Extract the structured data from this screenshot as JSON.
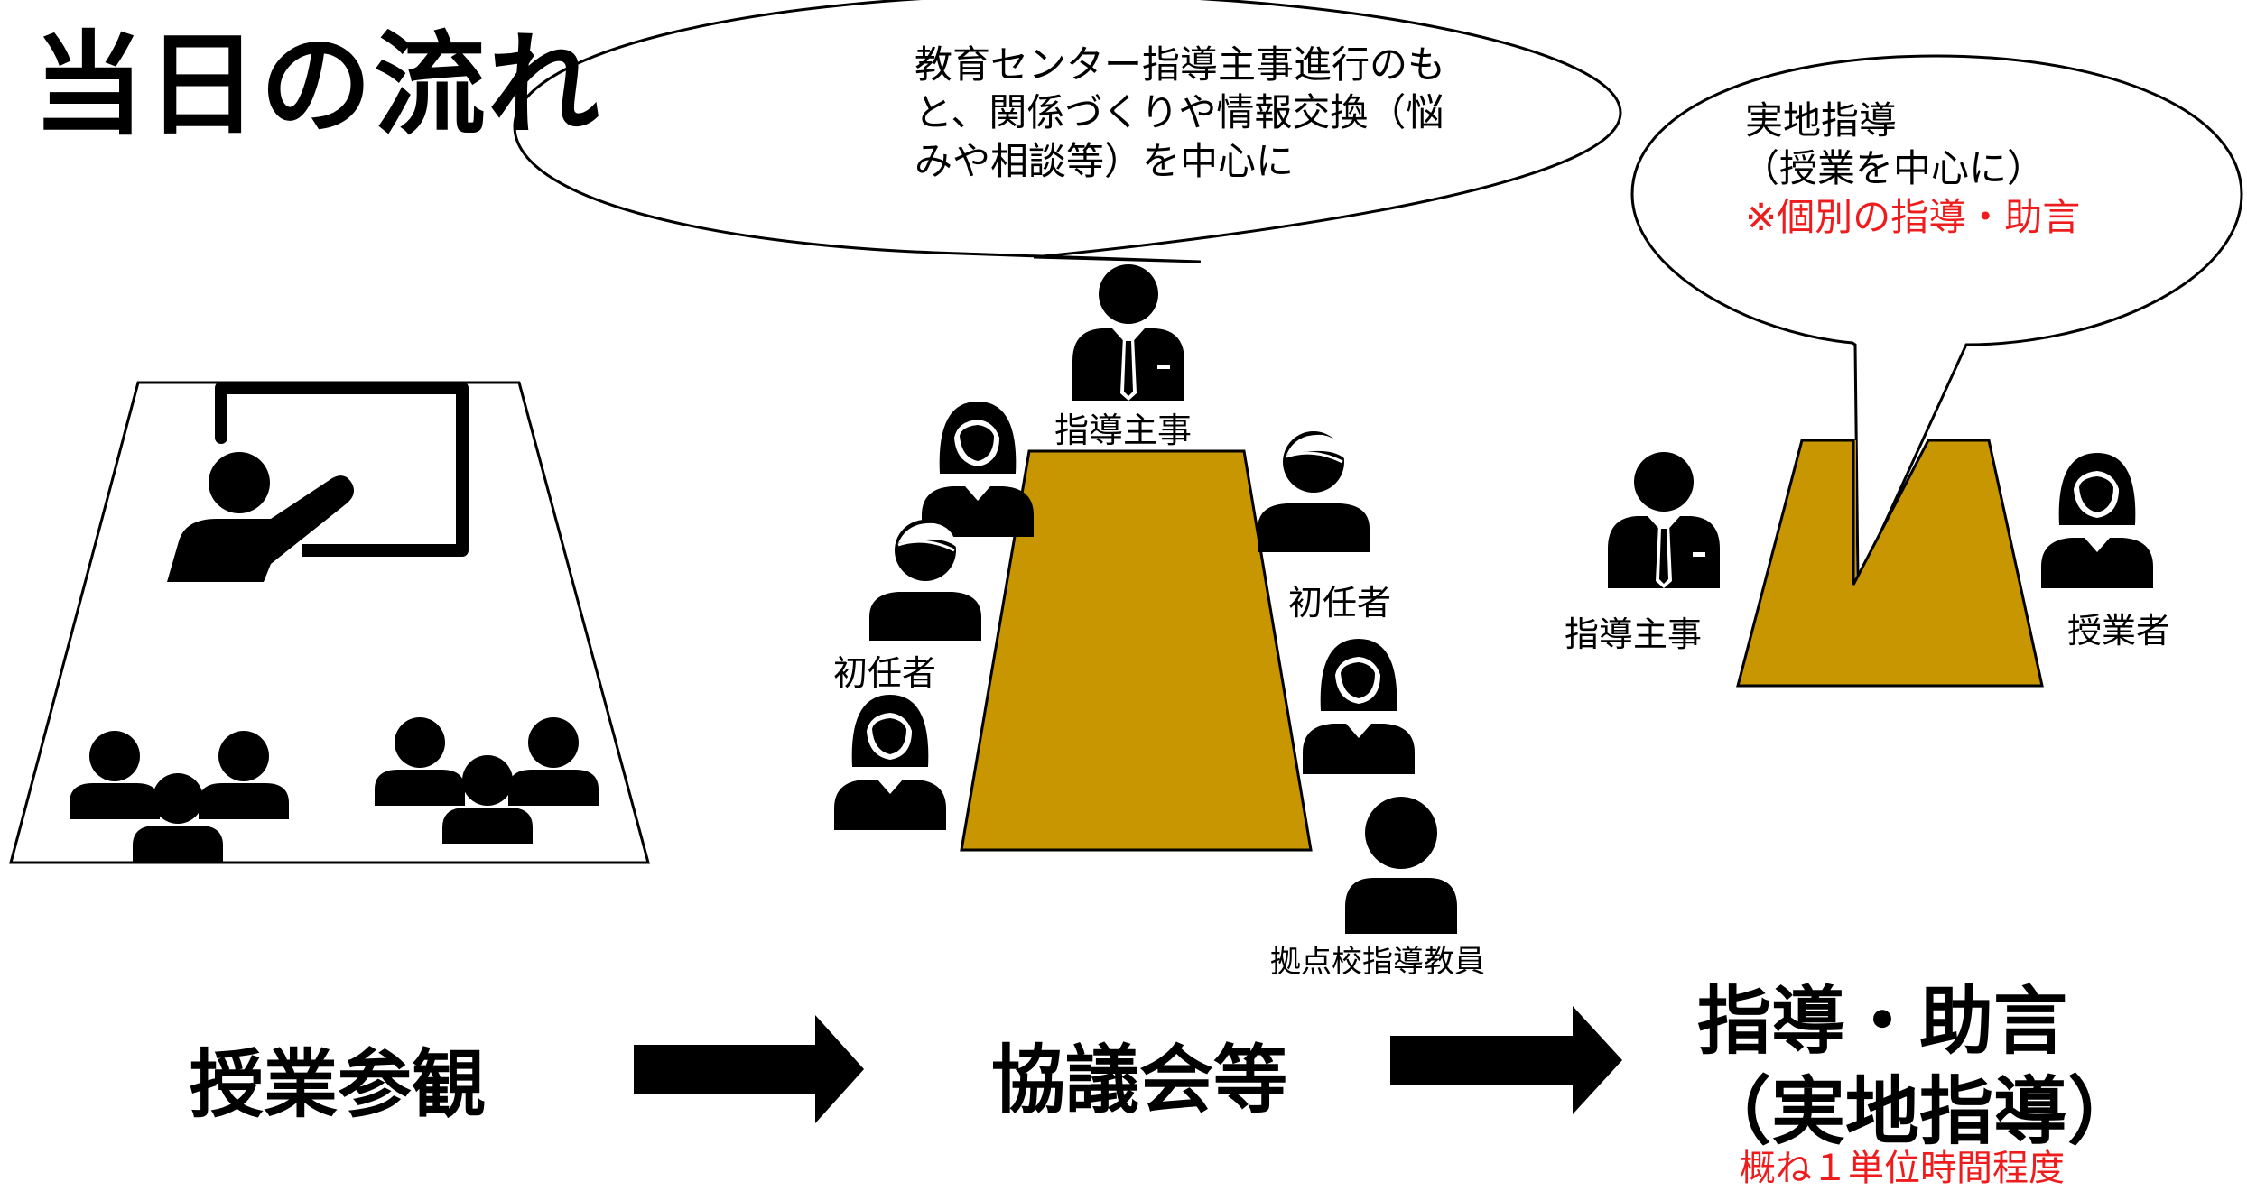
{
  "title": "当日の流れ",
  "bubble_left": {
    "line1": "教育センター指導主事進行のも",
    "line2": "と、関係づくりや情報交換（悩",
    "line3": "みや相談等）を中心に"
  },
  "bubble_right": {
    "line1": "実地指導",
    "line2": "（授業を中心に）",
    "line3": "※個別の指導・助言"
  },
  "people_labels": {
    "supervisor_center": "指導主事",
    "novice_left": "初任者",
    "novice_right": "初任者",
    "base_school_teacher": "拠点校指導教員",
    "supervisor_right": "指導主事",
    "teacher_right": "授業者"
  },
  "steps": {
    "step1": "授業参観",
    "step2": "協議会等",
    "step3_line1": "指導・助言",
    "step3_line2": "（実地指導）",
    "step3_note": "概ね１単位時間程度"
  },
  "colors": {
    "table_gold": "#c89600",
    "note_red": "#ee1c1c",
    "ink": "#000000"
  },
  "icons": [
    "teacher-at-board-icon",
    "audience-group-icon",
    "businessman-icon",
    "man-icon",
    "woman-icon",
    "arrow-right-icon",
    "speech-bubble"
  ]
}
